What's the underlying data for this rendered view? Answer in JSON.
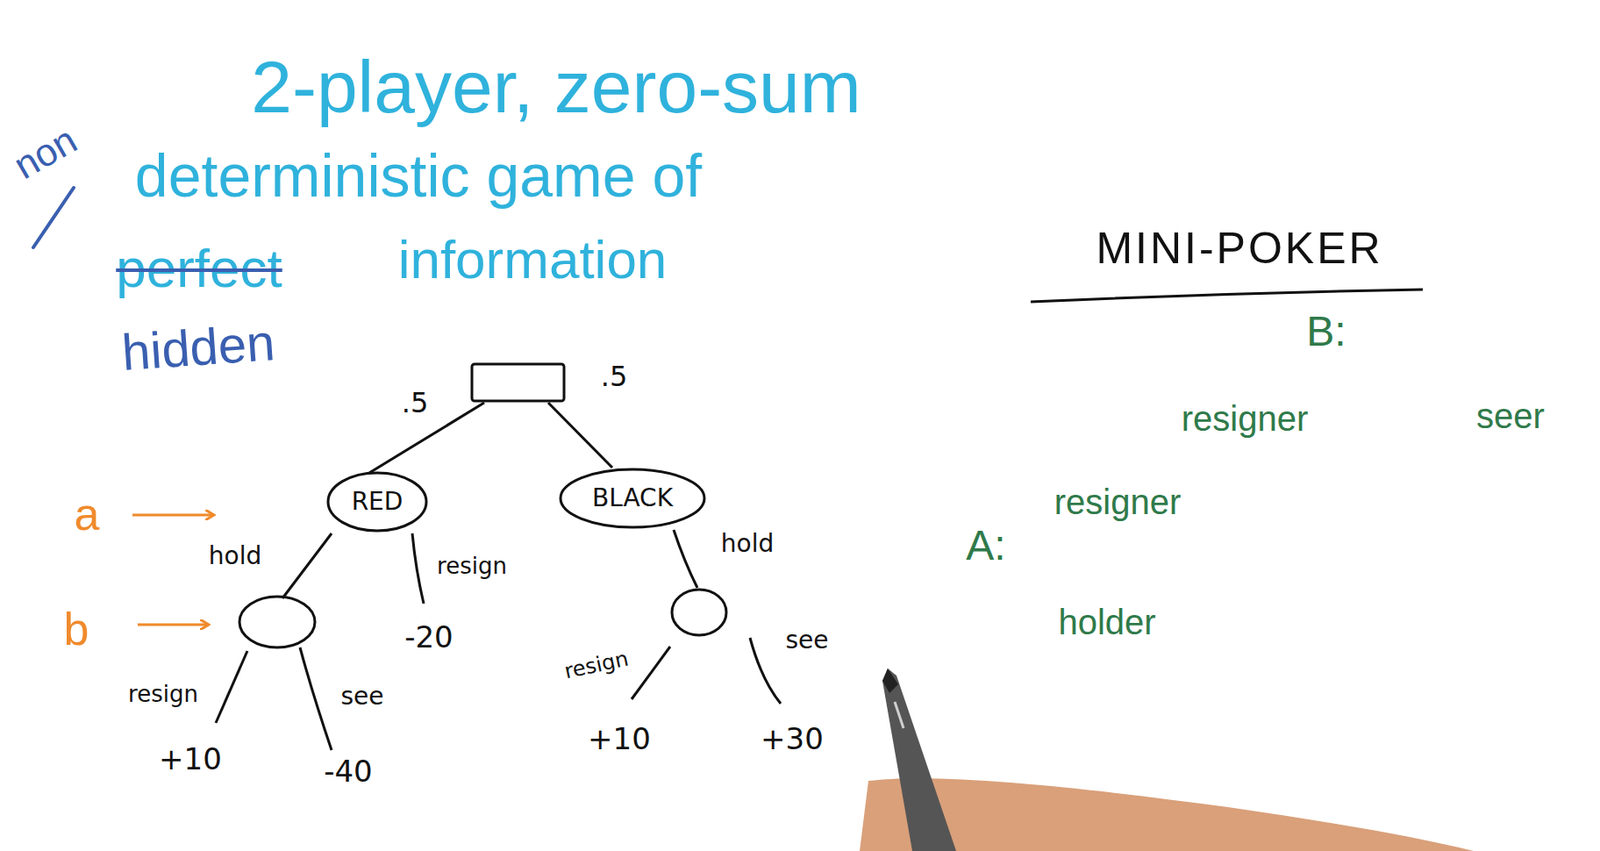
{
  "diagram": {
    "title": "2-player, zero-sum",
    "nodes": [
      {
        "text": [
          "RED"
        ]
      },
      {
        "text": [
          "BLACK"
        ]
      }
    ],
    "labels": [
      "non",
      "deterministic game of",
      "perfect",
      "information",
      "hidden",
      "MINI-POKER",
      ".5",
      ".5",
      "a",
      "b",
      "hold",
      "resign",
      "resign",
      "see",
      "-20",
      "hold",
      "resign",
      "see",
      "+10",
      "-40",
      "+10",
      "+30",
      "B:",
      "resigner",
      "seer",
      "A:",
      "resigner",
      "holder"
    ]
  }
}
